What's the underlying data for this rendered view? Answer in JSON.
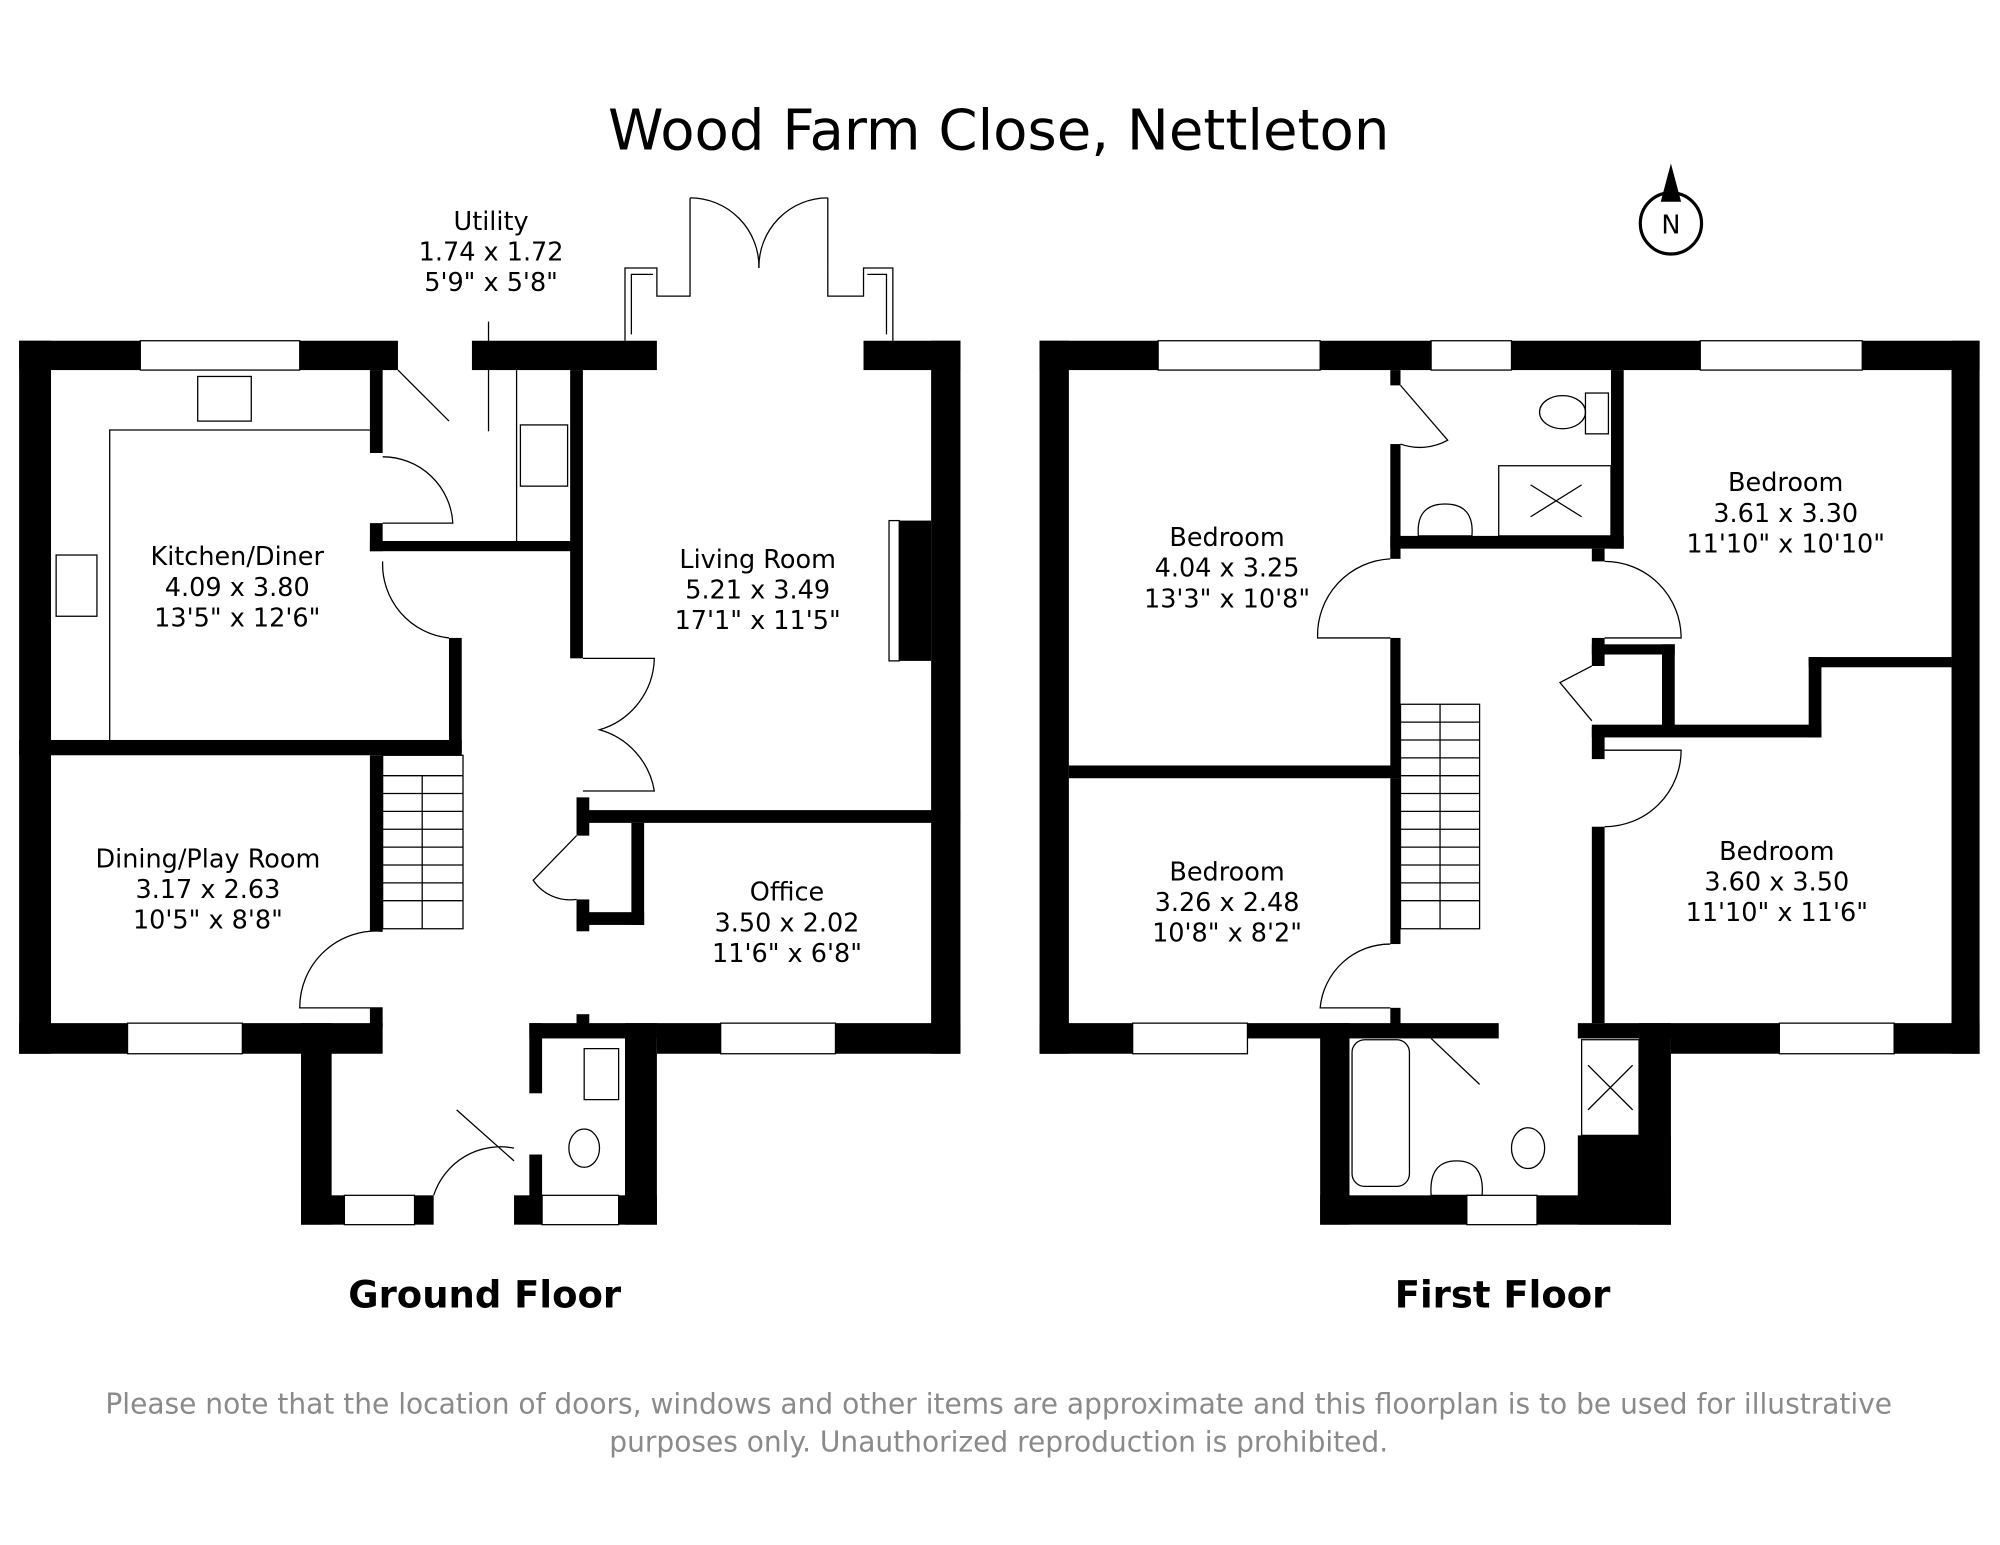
{
  "title": "Wood Farm Close, Nettleton",
  "compass": {
    "label": "N",
    "icon": "north-arrow-icon"
  },
  "ground_floor": {
    "label": "Ground Floor",
    "rooms": [
      {
        "name": "Utility",
        "metric": "1.74 x 1.72",
        "imperial": "5'9\" x 5'8\""
      },
      {
        "name": "Kitchen/Diner",
        "metric": "4.09 x 3.80",
        "imperial": "13'5\" x 12'6\""
      },
      {
        "name": "Living Room",
        "metric": "5.21 x 3.49",
        "imperial": "17'1\" x 11'5\""
      },
      {
        "name": "Dining/Play Room",
        "metric": "3.17 x 2.63",
        "imperial": "10'5\" x 8'8\""
      },
      {
        "name": "Office",
        "metric": "3.50 x 2.02",
        "imperial": "11'6\" x 6'8\""
      }
    ]
  },
  "first_floor": {
    "label": "First Floor",
    "rooms": [
      {
        "name": "Bedroom",
        "metric": "4.04 x 3.25",
        "imperial": "13'3\" x 10'8\""
      },
      {
        "name": "Bedroom",
        "metric": "3.61 x 3.30",
        "imperial": "11'10\" x 10'10\""
      },
      {
        "name": "Bedroom",
        "metric": "3.26 x 2.48",
        "imperial": "10'8\" x 8'2\""
      },
      {
        "name": "Bedroom",
        "metric": "3.60 x 3.50",
        "imperial": "11'10\" x 11'6\""
      }
    ]
  },
  "disclaimer": {
    "line1": "Please note that the location of doors, windows and other items are approximate and this floorplan is to be used for illustrative",
    "line2": "purposes only. Unauthorized reproduction is prohibited."
  }
}
